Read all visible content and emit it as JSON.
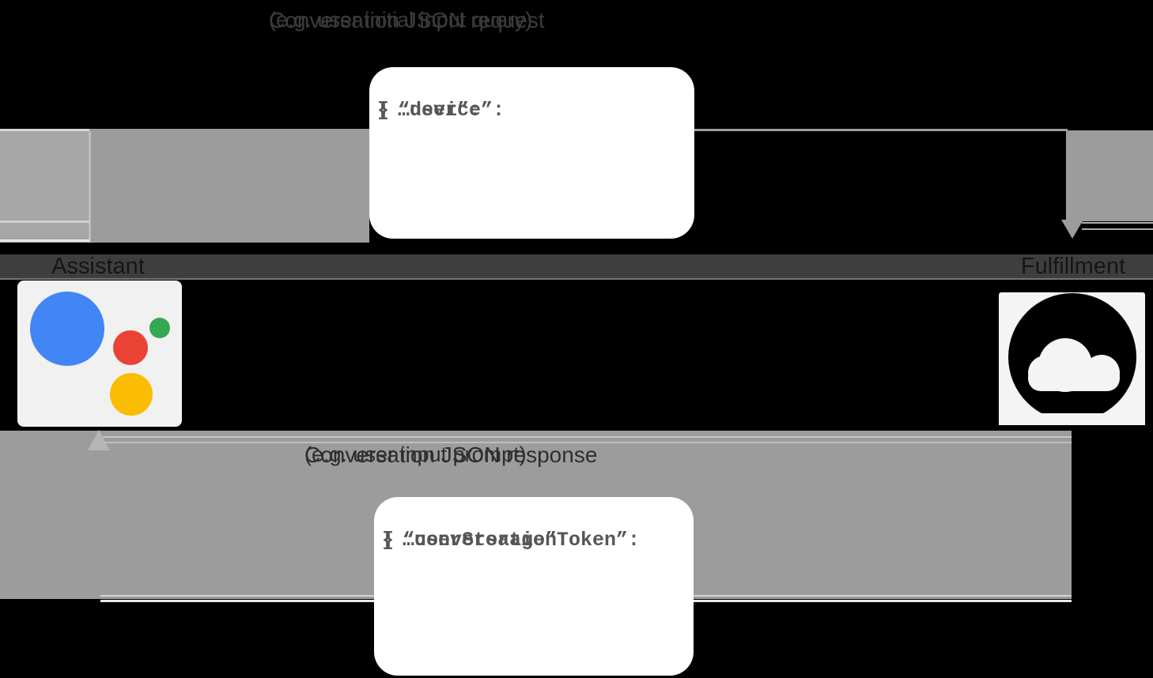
{
  "request_flow": {
    "label_line1": "Conversation JSON request",
    "label_line2": "(e.g. user initial input query)",
    "code_lines": [
      "{",
      "“user”:",
      "“device”:",
      "…",
      "}"
    ]
  },
  "response_flow": {
    "label_line1": "Conversation JSON response",
    "label_line2": "(e.g. user input prompt)",
    "code_lines": [
      "{",
      "“conversationToken”:",
      "“userStorage”:",
      "…",
      "}"
    ]
  },
  "endpoints": {
    "assistant_label": "Assistant",
    "fulfillment_label": "Fulfillment"
  },
  "colors": {
    "assistant-blue": "#4285F4",
    "assistant-green": "#34A853",
    "assistant-red": "#EA4335",
    "assistant-yellow": "#FBBC04",
    "arrow-gray": "#9C9C9C",
    "band-gray": "#3E3E3E",
    "box-white": "#FFFFFF",
    "bg": "#000000"
  }
}
